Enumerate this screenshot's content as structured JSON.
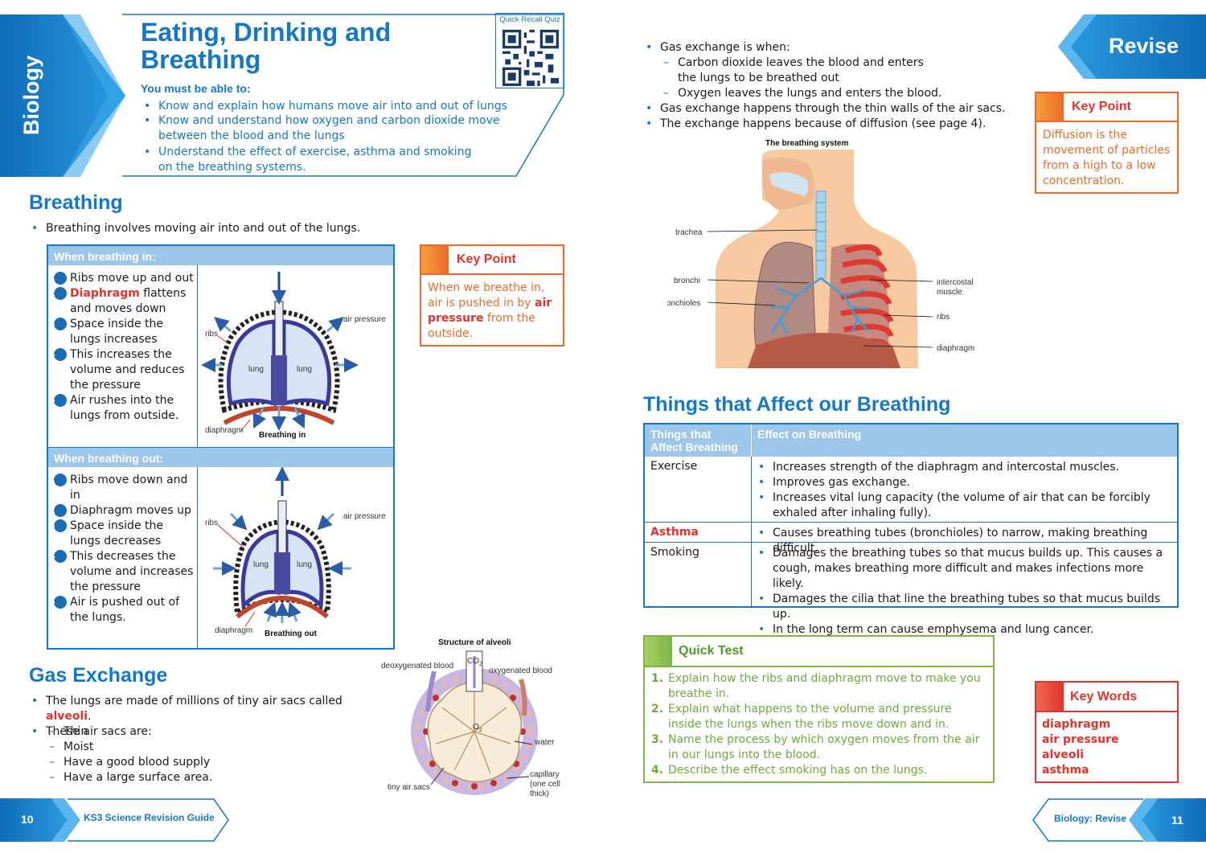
{
  "left_tab": {
    "label": "Biology"
  },
  "header": {
    "title_line1": "Eating, Drinking and",
    "title_line2": "Breathing",
    "qr_label": "Quick Recall Quiz",
    "must_label": "You must be able to:",
    "objectives": [
      "Know and explain how humans move air into and out of lungs",
      "Know and understand how oxygen and carbon dioxide move between the blood and the lungs",
      "Understand the effect of exercise, asthma and smoking on the breathing systems."
    ]
  },
  "breathing": {
    "heading": "Breathing",
    "intro": "Breathing involves moving air into and out of the lungs.",
    "in_title": "When breathing in:",
    "in_steps": [
      [
        "1",
        "Ribs move up and out"
      ],
      [
        "2",
        "flattens and moves down"
      ],
      [
        "3",
        "Space inside the lungs increases"
      ],
      [
        "4",
        "This increases the volume and reduces the pressure"
      ],
      [
        "5",
        "Air rushes into the lungs from outside."
      ]
    ],
    "in_step2_term": "Diaphragm",
    "out_title": "When breathing out:",
    "out_steps": [
      [
        "1",
        "Ribs move down and in"
      ],
      [
        "2",
        "Diaphragm moves up"
      ],
      [
        "3",
        "Space inside the lungs decreases"
      ],
      [
        "4",
        "This decreases the volume and increases the pressure"
      ],
      [
        "5",
        "Air is pushed out of the lungs."
      ]
    ],
    "diagram_labels": {
      "ribs": "ribs",
      "air_pressure": "air pressure",
      "lung": "lung",
      "diaphragm": "diaphragm",
      "caption_in": "Breathing in",
      "caption_out": "Breathing out"
    }
  },
  "keypoint1": {
    "title": "Key Point",
    "pre": "When we breathe in, air is pushed in by ",
    "term": "air pressure",
    "post": " from the outside."
  },
  "gas_exchange": {
    "heading": "Gas Exchange",
    "b1_pre": "The lungs are made of millions of tiny air sacs called ",
    "b1_term": "alveoli",
    "b1_post": ".",
    "b2": "These air sacs are:",
    "sub": [
      "Thin",
      "Moist",
      "Have a good blood supply",
      "Have a large surface area."
    ]
  },
  "alveoli": {
    "title": "Structure of alveoli",
    "deoxy": "deoxygenated blood",
    "co2": "CO",
    "oxy": "oxygenated blood",
    "o2": "O",
    "water": "water",
    "sacs": "tiny air sacs",
    "capillary": [
      "capillary",
      "(one cell",
      "thick)"
    ]
  },
  "footer_left": {
    "page": "10",
    "title": "KS3 Science Revision Guide"
  },
  "right_top": {
    "b1": "Gas exchange is when:",
    "d1a": "Carbon dioxide leaves the blood and enters",
    "d1b": "the lungs to be breathed out",
    "d2": "Oxygen leaves the lungs and enters the blood.",
    "b2": "Gas exchange happens through the thin walls of the air sacs.",
    "b3": "The exchange happens because of diffusion (see page 4)."
  },
  "revise_tab": {
    "label": "Revise"
  },
  "keypoint2": {
    "title": "Key Point",
    "text": "Diffusion is the movement of particles from a high to a low concentration."
  },
  "breathing_system": {
    "title": "The breathing system",
    "labels": {
      "trachea": "trachea",
      "bronchi": "bronchi",
      "bronchioles": "bronchioles",
      "intercostal1": "intercostal",
      "intercostal2": "muscle",
      "ribs": "ribs",
      "diaphragm": "diaphragm"
    }
  },
  "affect": {
    "heading": "Things that Affect our Breathing",
    "col1": "Things that Affect Breathing",
    "col2": "Effect on Breathing",
    "rows": [
      {
        "factor": "Exercise",
        "effects": [
          "Increases strength of the diaphragm and intercostal muscles.",
          "Improves gas exchange.",
          "Increases vital lung capacity (the volume of air that can be forcibly exhaled after inhaling fully)."
        ]
      },
      {
        "factor": "Asthma",
        "effects": [
          "Causes breathing tubes (bronchioles) to narrow, making breathing difficult."
        ]
      },
      {
        "factor": "Smoking",
        "effects": [
          "Damages the breathing tubes so that mucus builds up. This causes a cough, makes breathing more difficult and makes infections more likely.",
          "Damages the cilia that line the breathing tubes so that mucus builds up.",
          "In the long term can cause emphysema and lung cancer."
        ]
      }
    ]
  },
  "quick_test": {
    "title": "Quick Test",
    "items": [
      [
        "1.",
        "Explain how the ribs and diaphragm move to make you breathe in."
      ],
      [
        "2.",
        "Explain what happens to the volume and pressure inside the lungs when the ribs move down and in."
      ],
      [
        "3.",
        "Name the process by which oxygen moves from the air in our lungs into the blood."
      ],
      [
        "4.",
        "Describe the effect smoking has on the lungs."
      ]
    ]
  },
  "key_words": {
    "title": "Key Words",
    "words": [
      "diaphragm",
      "air pressure",
      "alveoli",
      "asthma"
    ]
  },
  "footer_right": {
    "page": "11",
    "title": "Biology: Revise"
  },
  "colors": {
    "accent_blue": "#1478c4",
    "header_blue": "#9cc7ea",
    "key_red": "#e2332c",
    "key_orange": "#ea6a2a",
    "quick_green": "#7ab648"
  }
}
